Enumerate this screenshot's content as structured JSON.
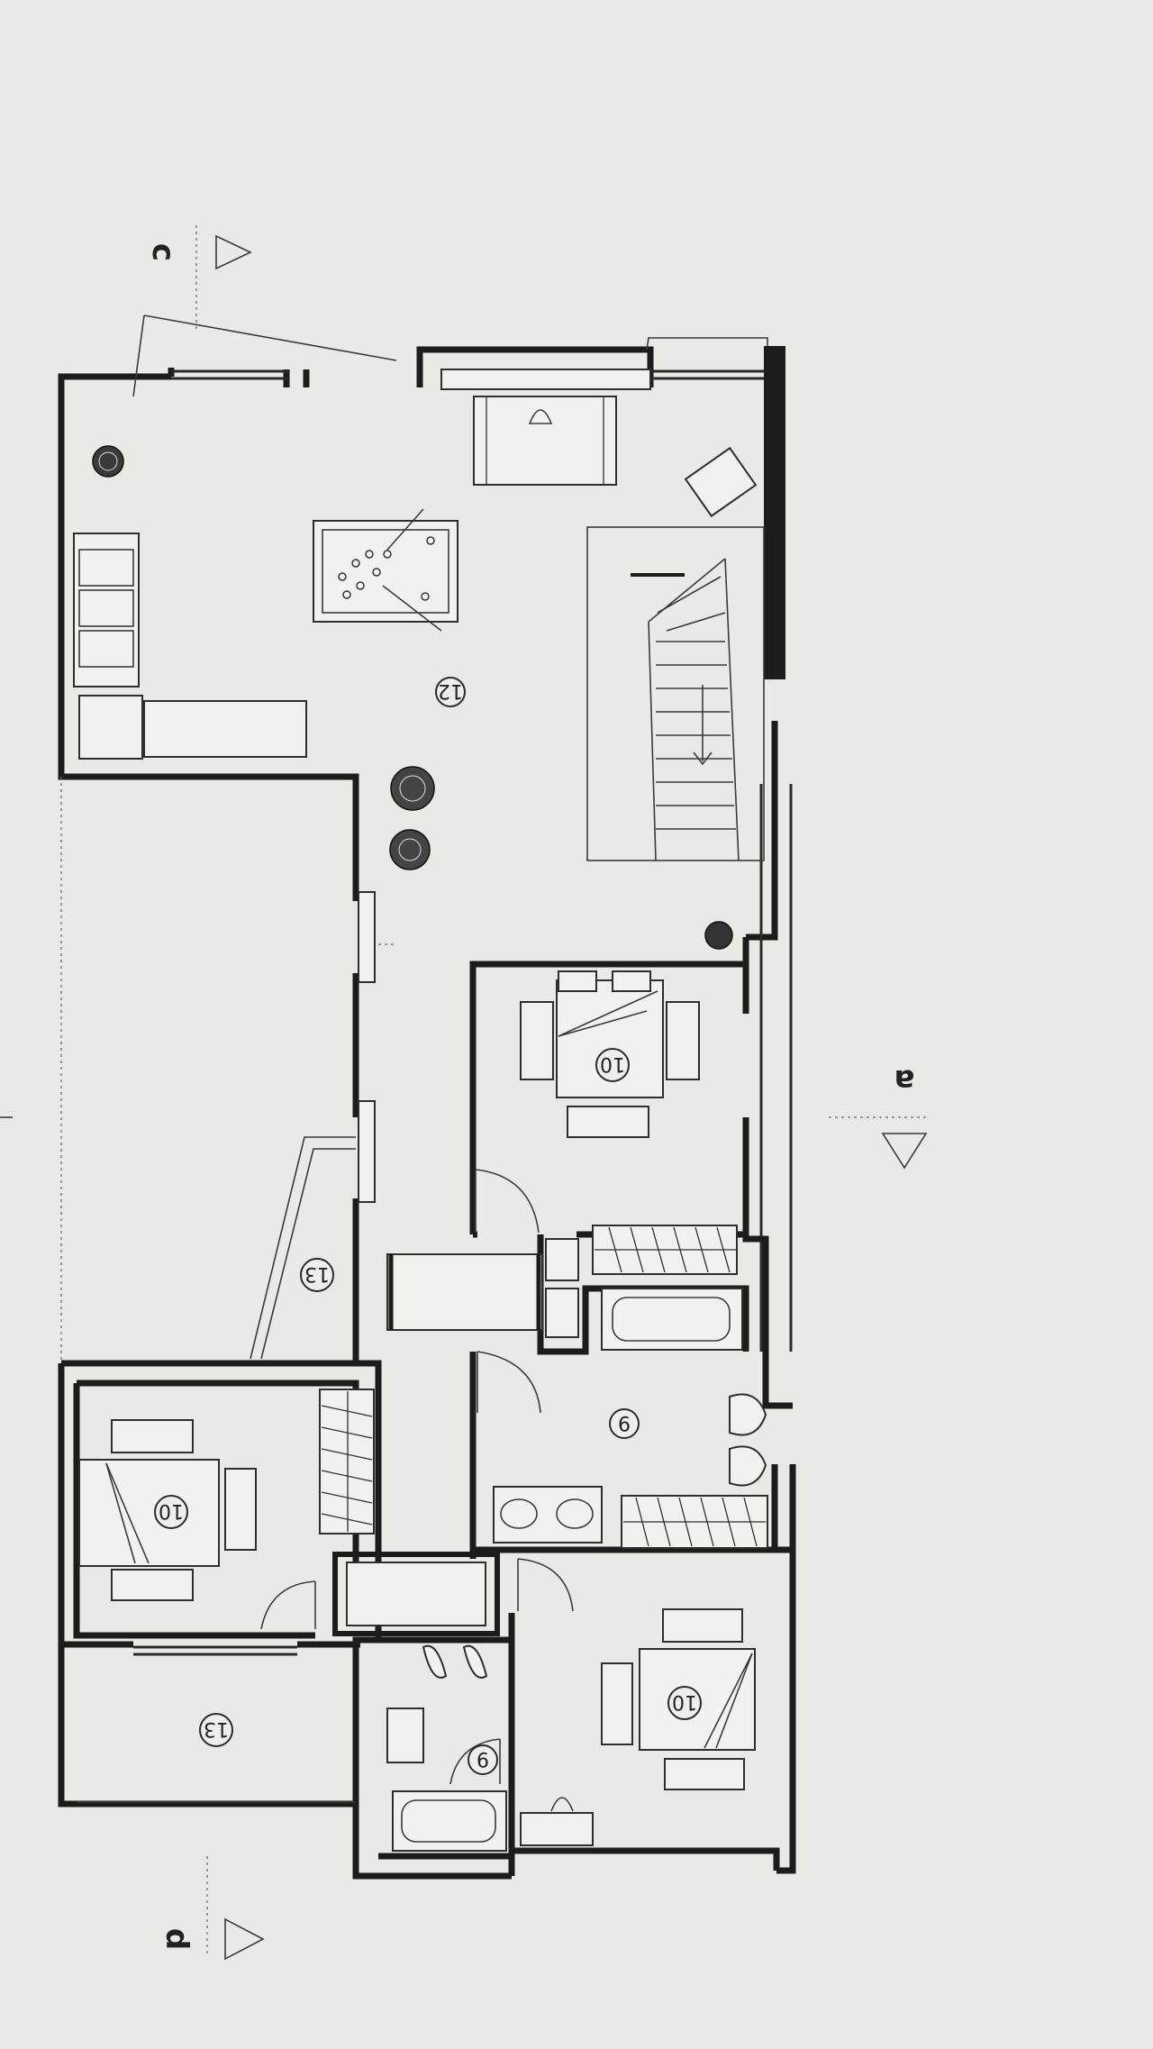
{
  "rooms": {
    "living": "12",
    "bedroom_right": "10",
    "bedroom_left": "10",
    "bedroom_bottom": "10",
    "bath_main": "9",
    "bath_small": "9",
    "terrace_mid": "13",
    "terrace_low": "13"
  },
  "sections": {
    "top": "c",
    "right": "a",
    "bottom": "d"
  },
  "colors": {
    "paper": "#e9eae6",
    "ink": "#1c1c1c"
  }
}
